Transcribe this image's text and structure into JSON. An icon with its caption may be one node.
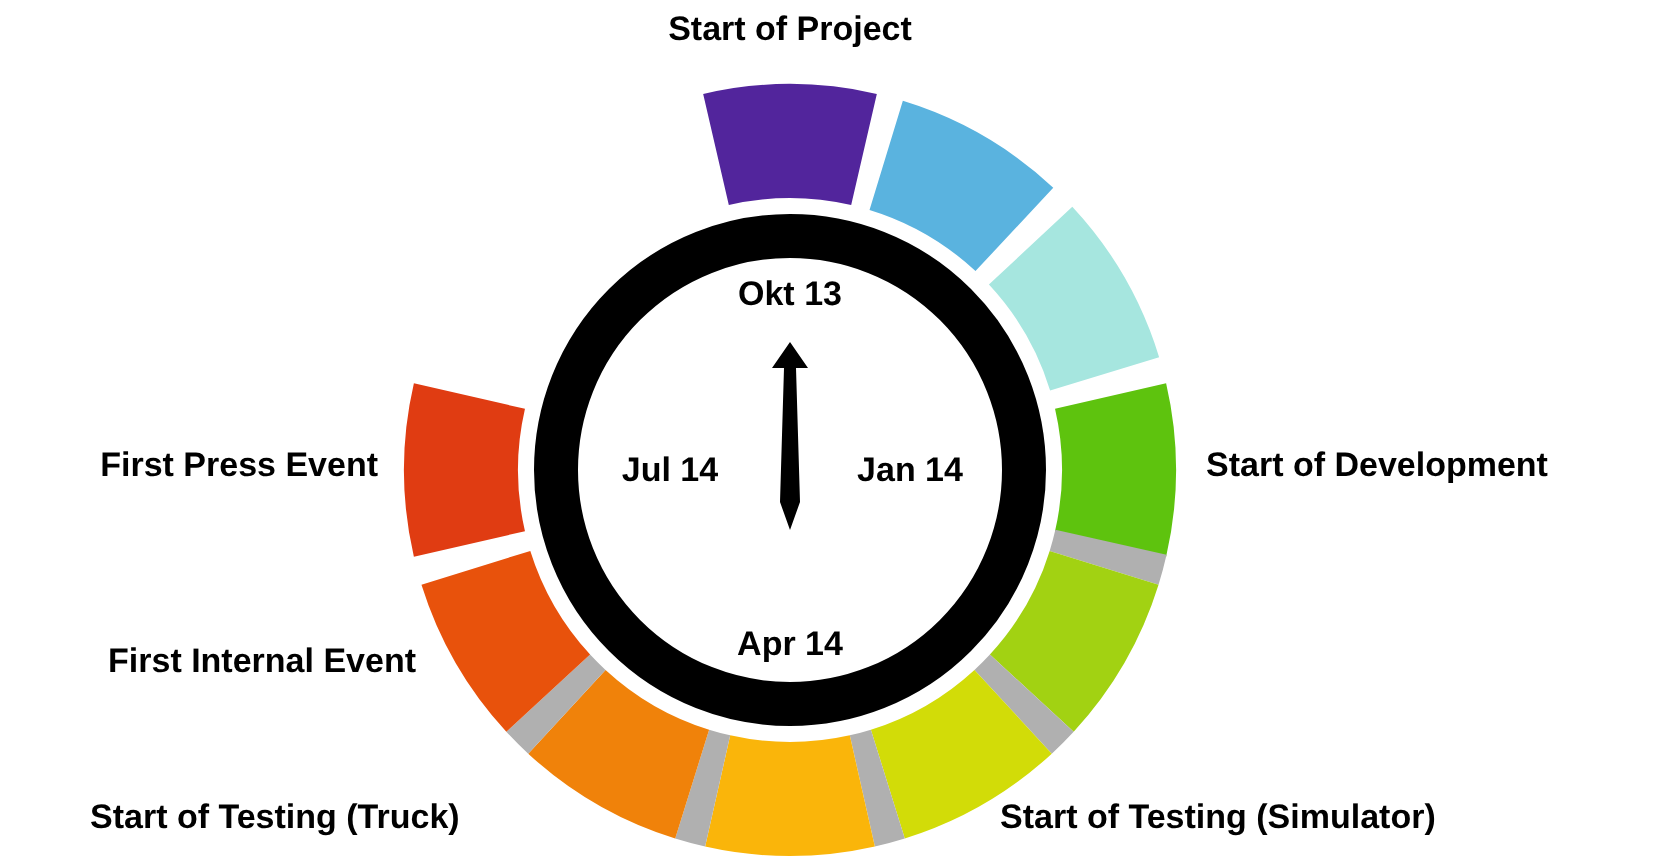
{
  "diagram": {
    "nodes": [
      {
        "text": [],
        "shape": "box",
        "beside": [
          "Start of Project"
        ]
      },
      {
        "text": [],
        "shape": "box"
      },
      {
        "text": [],
        "shape": "box"
      },
      {
        "text": [],
        "shape": "box",
        "beside": [
          "Start of Development"
        ]
      },
      {
        "text": [],
        "shape": "box"
      },
      {
        "text": [],
        "shape": "box",
        "beside": [
          "Start of Testing (Simulator)"
        ]
      },
      {
        "text": [],
        "shape": "box"
      },
      {
        "text": [],
        "shape": "box",
        "beside": [
          "Start of Testing (Truck)"
        ]
      },
      {
        "text": [],
        "shape": "box",
        "beside": [
          "First Internal Event"
        ]
      },
      {
        "text": [],
        "shape": "box",
        "beside": [
          "First Press Event"
        ]
      },
      {
        "text": [
          "Okt 13",
          "Jan 14",
          "Apr 14",
          "Jul 14"
        ]
      }
    ]
  }
}
